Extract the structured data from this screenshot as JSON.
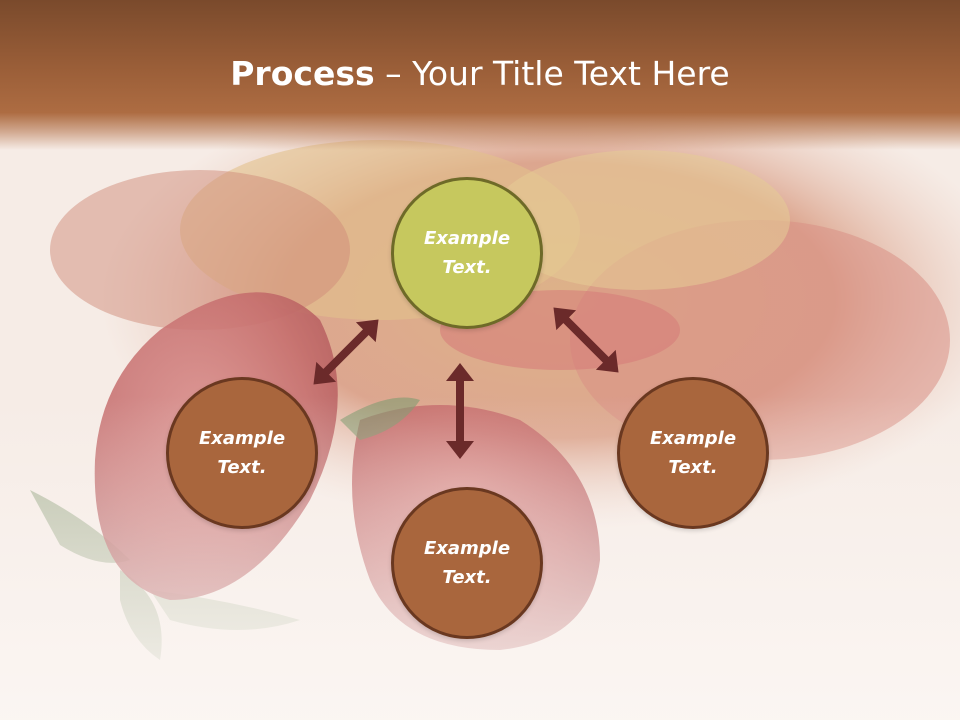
{
  "title": {
    "bold": "Process",
    "rest": " – Your Title Text Here"
  },
  "nodes": {
    "top": {
      "line1": "Example",
      "line2": "Text."
    },
    "left": {
      "line1": "Example",
      "line2": "Text."
    },
    "bottom": {
      "line1": "Example",
      "line2": "Text."
    },
    "right": {
      "line1": "Example",
      "line2": "Text."
    }
  },
  "colors": {
    "header": "#9a5e38",
    "center_node": "#c6c85e",
    "outer_node": "#a9663d",
    "arrow": "#6b2a2a"
  },
  "background": "strawberries-photo"
}
